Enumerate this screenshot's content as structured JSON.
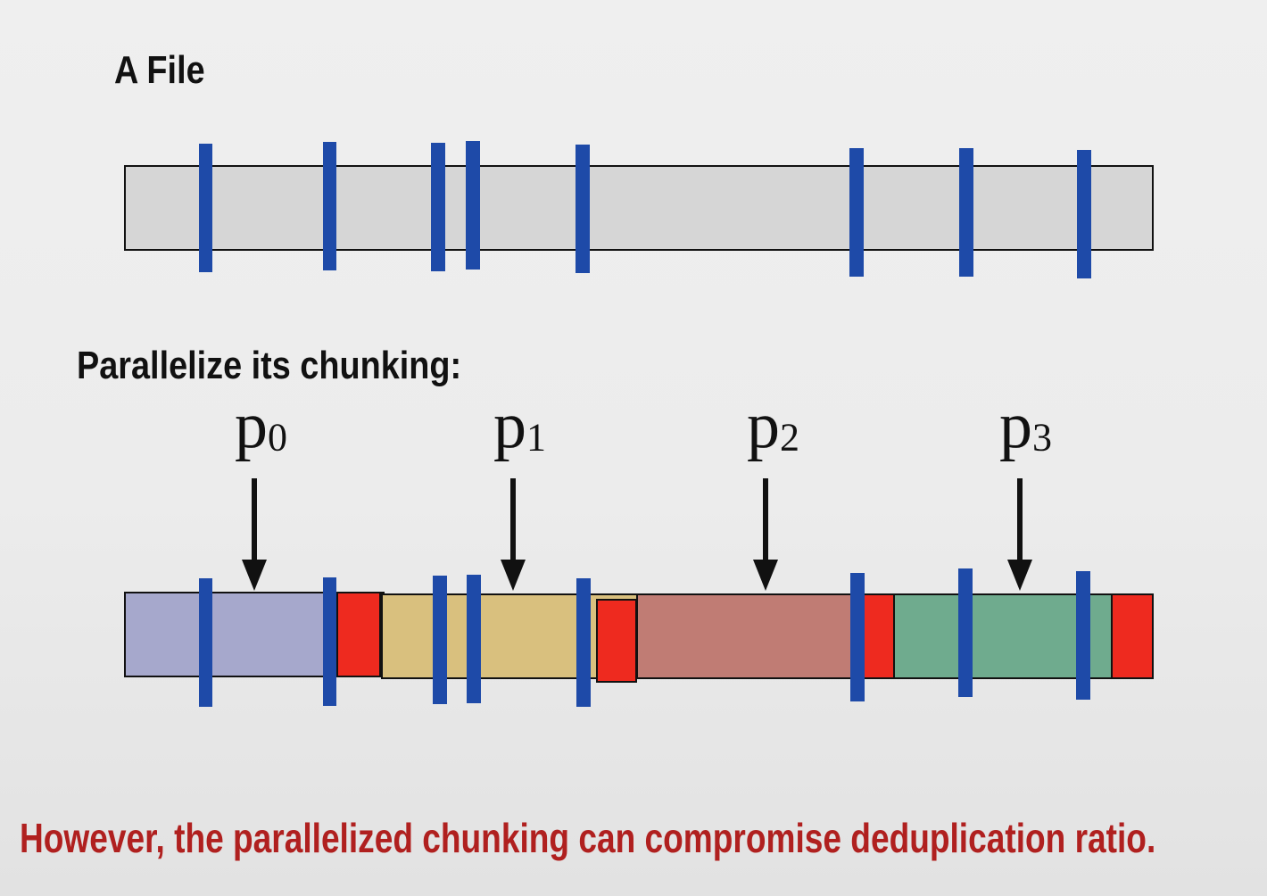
{
  "title": "A File",
  "subtitle": "Parallelize its chunking:",
  "bottom_note": "However, the parallelized chunking can compromise deduplication ratio.",
  "processes": [
    {
      "base": "p",
      "index": "0"
    },
    {
      "base": "p",
      "index": "1"
    },
    {
      "base": "p",
      "index": "2"
    },
    {
      "base": "p",
      "index": "3"
    }
  ],
  "colors": {
    "file_bar": "#d6d6d6",
    "chunk_boundary": "#1e4aa8",
    "extra_boundary": "#ee2a1f",
    "segment_p0": "#a6a8cc",
    "segment_p1": "#d9c07e",
    "segment_p2": "#c07c74",
    "segment_p3": "#6fab8e",
    "note_text": "#b0201f"
  }
}
